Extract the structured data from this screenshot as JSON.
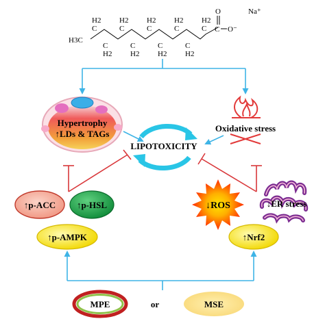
{
  "molecule": {
    "top_labels": [
      "H2",
      "H2",
      "H2",
      "H2",
      "H2",
      "H2",
      "H2"
    ],
    "bottom_labels": [
      "C",
      "C",
      "C",
      "C",
      "C",
      "C",
      "C"
    ],
    "methyl": "H3C",
    "carbonyl_oxygen": "O",
    "carboxylate": "C",
    "oxide": "O⁻",
    "sodium": "Na⁺"
  },
  "nodes": {
    "adipocyte": {
      "line1": "Hypertrophy",
      "line2": "↑LDs & TAGs"
    },
    "oxidative_stress": "Oxidative stress",
    "lipotoxicity": "LIPOTOXICITY",
    "p_acc": "↑p-ACC",
    "p_hsl": "↑p-HSL",
    "p_ampk": "↑p-AMPK",
    "ros": "↓ROS",
    "er_stress": "↓ER stress",
    "nrf2": "↑Nrf2",
    "mpe": "MPE",
    "or": "or",
    "mse": "MSE"
  },
  "colors": {
    "arrow_blue": "#3eb4e6",
    "inhibit_red": "#d9373a",
    "cycle_cyan": "#29c5e6",
    "ampk_yellow": "#fff200",
    "hsl_green": "#1aa84c",
    "acc_salmon": "#f3a38f",
    "ros_red": "#ff2a00",
    "ros_yellow": "#ffe400",
    "er_purple": "#7b2c91",
    "mse_yellow": "#fde58c",
    "mpe_red": "#c02020",
    "mpe_green": "#8fc24a"
  }
}
